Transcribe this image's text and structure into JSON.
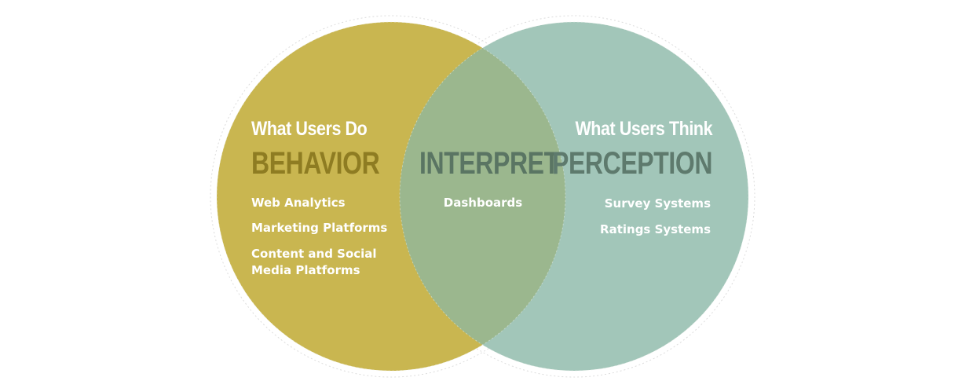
{
  "colors": {
    "behavior_circle": "#c9b650",
    "perception_circle": "#a2c6b9",
    "overlap": "#9bb78e",
    "behavior_word": "#8e7c22",
    "perception_word": "#5e7a6d",
    "interpret_word": "#5a7563",
    "outline": "#dcdcdc"
  },
  "left": {
    "heading": "What Users Do",
    "word": "BEHAVIOR",
    "items": [
      "Web Analytics",
      "Marketing Platforms",
      "Content and Social Media Platforms"
    ]
  },
  "center": {
    "word": "INTERPRET",
    "items": [
      "Dashboards"
    ]
  },
  "right": {
    "heading": "What Users Think",
    "word": "PERCEPTION",
    "items": [
      "Survey Systems",
      "Ratings Systems"
    ]
  }
}
